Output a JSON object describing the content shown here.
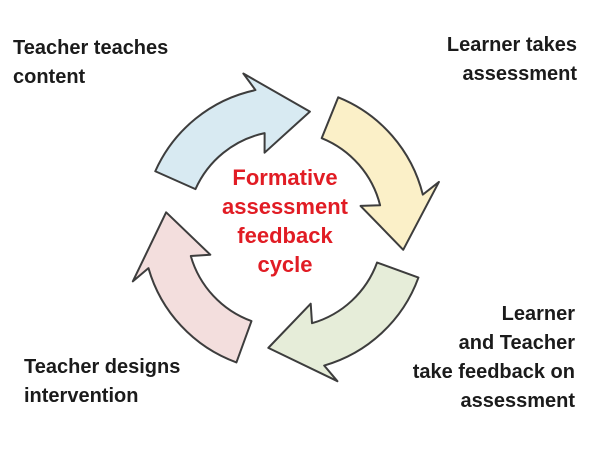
{
  "diagram": {
    "title": "Formative assessment feedback cycle",
    "center_label": {
      "text": "Formative\nassessment\nfeedback\ncycle",
      "color": "#e11c24"
    },
    "arrow_outline": "#3d3d3d",
    "text_color": "#1b1b1b",
    "background": "#ffffff",
    "steps": [
      {
        "id": "teacher-teaches",
        "label": "Teacher teaches\ncontent",
        "position": "top-left",
        "arrow_color": "#d8eaf2"
      },
      {
        "id": "learner-takes-assessment",
        "label": "Learner takes\nassessment",
        "position": "top-right",
        "arrow_color": "#fbf0c8"
      },
      {
        "id": "take-feedback",
        "label": "Learner\nand Teacher\ntake feedback on\nassessment",
        "position": "bottom-right",
        "arrow_color": "#e6edd9"
      },
      {
        "id": "teacher-designs-intervention",
        "label": "Teacher designs\nintervention",
        "position": "bottom-left",
        "arrow_color": "#f3dedd"
      }
    ]
  }
}
